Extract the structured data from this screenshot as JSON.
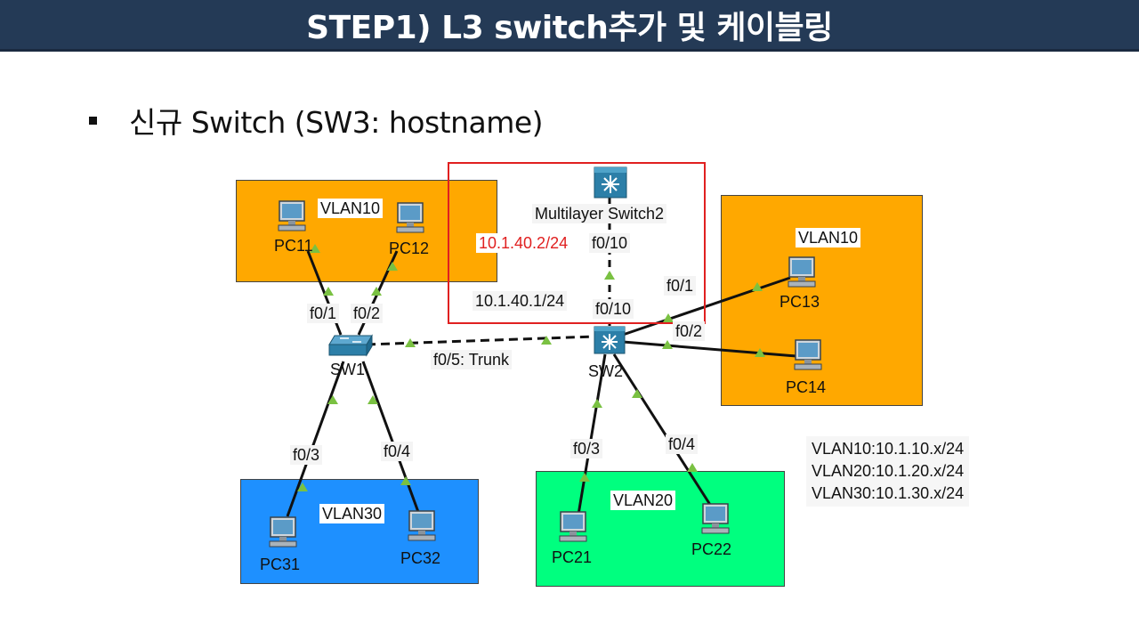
{
  "header": {
    "title": "STEP1) L3 switch추가 및 케이블링"
  },
  "bullet": {
    "text": "신규 Switch (SW3: hostname)"
  },
  "colors": {
    "header_bg": "#243a56",
    "vlan10": "#ffa800",
    "vlan20": "#00ff7f",
    "vlan30": "#1e90ff",
    "highlight": "#e02020",
    "link_marker": "#7ac142",
    "ip_red": "#e02020"
  },
  "zones": {
    "vlan10_left": "VLAN10",
    "vlan10_right": "VLAN10",
    "vlan30": "VLAN30",
    "vlan20": "VLAN20"
  },
  "devices": {
    "multilayer_switch": "Multilayer Switch2",
    "sw1": "SW1",
    "sw2": "SW2",
    "pc11": "PC11",
    "pc12": "PC12",
    "pc13": "PC13",
    "pc14": "PC14",
    "pc21": "PC21",
    "pc22": "PC22",
    "pc31": "PC31",
    "pc32": "PC32"
  },
  "ports": {
    "ml_f0_10": "f0/10",
    "sw2_f0_10": "f0/10",
    "sw1_f0_1": "f0/1",
    "sw1_f0_2": "f0/2",
    "sw1_f0_3": "f0/3",
    "sw1_f0_4": "f0/4",
    "trunk": "f0/5: Trunk",
    "sw2_f0_1": "f0/1",
    "sw2_f0_2": "f0/2",
    "sw2_f0_3": "f0/3",
    "sw2_f0_4": "f0/4"
  },
  "ips": {
    "ml_ip": "10.1.40.2/24",
    "sw2_ip": "10.1.40.1/24"
  },
  "legend": {
    "lines": [
      "VLAN10:10.1.10.x/24",
      "VLAN20:10.1.20.x/24",
      "VLAN30:10.1.30.x/24"
    ]
  }
}
